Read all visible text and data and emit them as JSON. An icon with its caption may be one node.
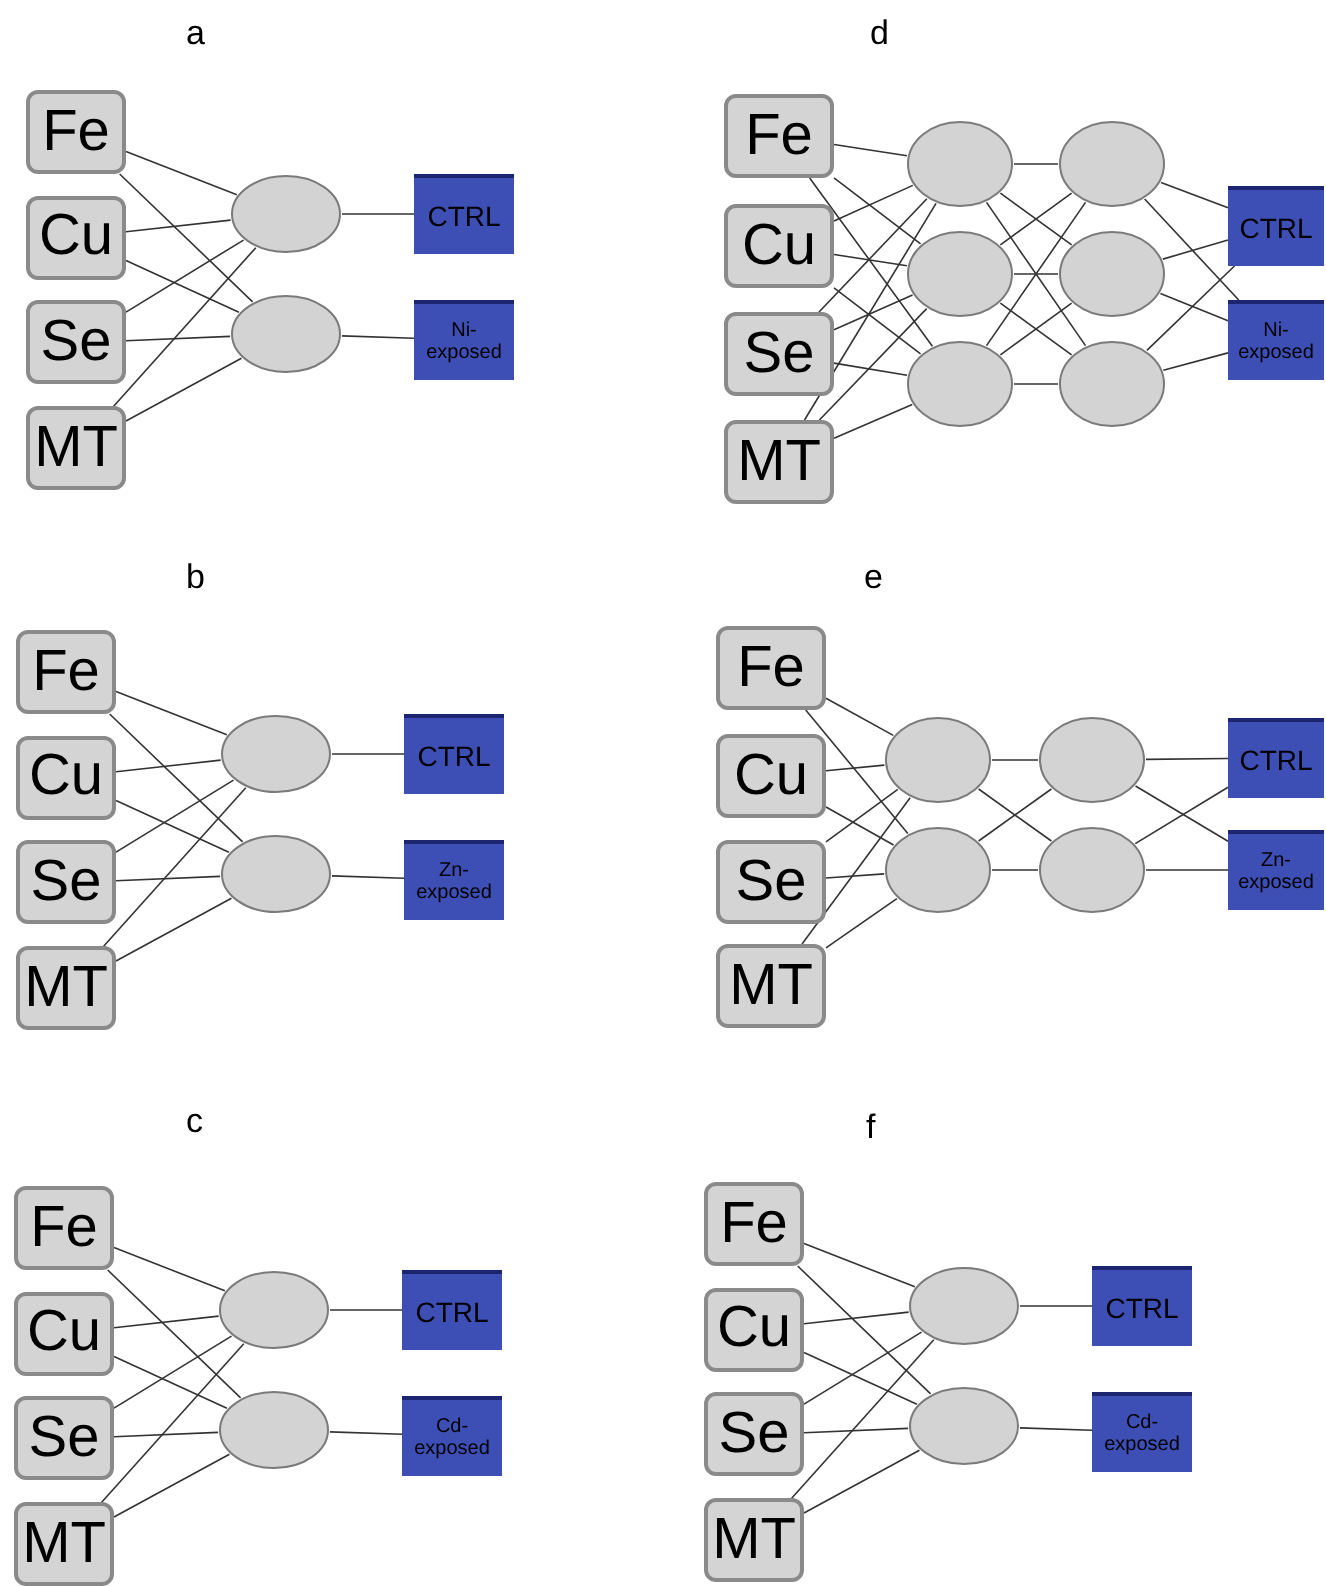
{
  "diagram": {
    "nodes": [
      {
        "text": [
          "Fe"
        ]
      },
      {
        "text": [
          "Cu"
        ]
      },
      {
        "text": [
          "Se"
        ]
      },
      {
        "text": [
          "MT"
        ]
      },
      {
        "text": [],
        "shape": "ellipse"
      },
      {
        "text": [],
        "shape": "ellipse"
      },
      {
        "text": [
          "CTRL"
        ]
      },
      {
        "text": [
          "Ni- exposed"
        ]
      },
      {
        "text": [
          "Fe"
        ]
      },
      {
        "text": [
          "Cu"
        ]
      },
      {
        "text": [
          "Se"
        ]
      },
      {
        "text": [
          "MT"
        ]
      },
      {
        "text": [],
        "shape": "ellipse"
      },
      {
        "text": [],
        "shape": "ellipse"
      },
      {
        "text": [],
        "shape": "ellipse"
      },
      {
        "text": [],
        "shape": "ellipse"
      },
      {
        "text": [],
        "shape": "ellipse"
      },
      {
        "text": [],
        "shape": "ellipse"
      },
      {
        "text": [
          "CTRL"
        ]
      },
      {
        "text": [
          "Ni- exposed"
        ]
      },
      {
        "text": [
          "Fe"
        ]
      },
      {
        "text": [
          "Cu"
        ]
      },
      {
        "text": [
          "Se"
        ]
      },
      {
        "text": [
          "MT"
        ]
      },
      {
        "text": [],
        "shape": "ellipse"
      },
      {
        "text": [],
        "shape": "ellipse"
      },
      {
        "text": [
          "CTRL"
        ]
      },
      {
        "text": [
          "Zn- exposed"
        ]
      },
      {
        "text": [
          "Fe"
        ]
      },
      {
        "text": [
          "Cu"
        ]
      },
      {
        "text": [
          "Se"
        ]
      },
      {
        "text": [
          "MT"
        ]
      },
      {
        "text": [],
        "shape": "ellipse"
      },
      {
        "text": [],
        "shape": "ellipse"
      },
      {
        "text": [],
        "shape": "ellipse"
      },
      {
        "text": [],
        "shape": "ellipse"
      },
      {
        "text": [
          "CTRL"
        ]
      },
      {
        "text": [
          "Zn- exposed"
        ]
      },
      {
        "text": [
          "Fe"
        ]
      },
      {
        "text": [
          "Cu"
        ]
      },
      {
        "text": [
          "Se"
        ]
      },
      {
        "text": [
          "MT"
        ]
      },
      {
        "text": [],
        "shape": "ellipse"
      },
      {
        "text": [],
        "shape": "ellipse"
      },
      {
        "text": [
          "CTRL"
        ]
      },
      {
        "text": [
          "Cd- exposed"
        ]
      },
      {
        "text": [
          "Fe"
        ]
      },
      {
        "text": [
          "Cu"
        ]
      },
      {
        "text": [
          "Se"
        ]
      },
      {
        "text": [
          "MT"
        ]
      },
      {
        "text": [],
        "shape": "ellipse"
      },
      {
        "text": [],
        "shape": "ellipse"
      },
      {
        "text": [
          "CTRL"
        ]
      },
      {
        "text": [
          "Cd- exposed"
        ]
      }
    ],
    "edges": [
      {
        "from": 0,
        "to": 4,
        "arrow": "none"
      },
      {
        "from": 0,
        "to": 5,
        "arrow": "none"
      },
      {
        "from": 1,
        "to": 4,
        "arrow": "none"
      },
      {
        "from": 1,
        "to": 5,
        "arrow": "none"
      },
      {
        "from": 2,
        "to": 4,
        "arrow": "none"
      },
      {
        "from": 2,
        "to": 5,
        "arrow": "none"
      },
      {
        "from": 3,
        "to": 4,
        "arrow": "none"
      },
      {
        "from": 3,
        "to": 5,
        "arrow": "none"
      },
      {
        "from": 4,
        "to": 6,
        "arrow": "none"
      },
      {
        "from": 5,
        "to": 7,
        "arrow": "none"
      },
      {
        "from": 8,
        "to": 12,
        "arrow": "none"
      },
      {
        "from": 8,
        "to": 13,
        "arrow": "none"
      },
      {
        "from": 8,
        "to": 14,
        "arrow": "none"
      },
      {
        "from": 9,
        "to": 12,
        "arrow": "none"
      },
      {
        "from": 9,
        "to": 13,
        "arrow": "none"
      },
      {
        "from": 9,
        "to": 14,
        "arrow": "none"
      },
      {
        "from": 10,
        "to": 12,
        "arrow": "none"
      },
      {
        "from": 10,
        "to": 13,
        "arrow": "none"
      },
      {
        "from": 10,
        "to": 14,
        "arrow": "none"
      },
      {
        "from": 11,
        "to": 12,
        "arrow": "none"
      },
      {
        "from": 11,
        "to": 13,
        "arrow": "none"
      },
      {
        "from": 11,
        "to": 14,
        "arrow": "none"
      },
      {
        "from": 12,
        "to": 15,
        "arrow": "none"
      },
      {
        "from": 12,
        "to": 16,
        "arrow": "none"
      },
      {
        "from": 12,
        "to": 17,
        "arrow": "none"
      },
      {
        "from": 13,
        "to": 15,
        "arrow": "none"
      },
      {
        "from": 13,
        "to": 16,
        "arrow": "none"
      },
      {
        "from": 13,
        "to": 17,
        "arrow": "none"
      },
      {
        "from": 14,
        "to": 15,
        "arrow": "none"
      },
      {
        "from": 14,
        "to": 16,
        "arrow": "none"
      },
      {
        "from": 14,
        "to": 17,
        "arrow": "none"
      },
      {
        "from": 15,
        "to": 18,
        "arrow": "none"
      },
      {
        "from": 15,
        "to": 19,
        "arrow": "none"
      },
      {
        "from": 16,
        "to": 18,
        "arrow": "none"
      },
      {
        "from": 16,
        "to": 19,
        "arrow": "none"
      },
      {
        "from": 17,
        "to": 18,
        "arrow": "none"
      },
      {
        "from": 17,
        "to": 19,
        "arrow": "none"
      },
      {
        "from": 20,
        "to": 24,
        "arrow": "none"
      },
      {
        "from": 20,
        "to": 25,
        "arrow": "none"
      },
      {
        "from": 21,
        "to": 24,
        "arrow": "none"
      },
      {
        "from": 21,
        "to": 25,
        "arrow": "none"
      },
      {
        "from": 22,
        "to": 24,
        "arrow": "none"
      },
      {
        "from": 22,
        "to": 25,
        "arrow": "none"
      },
      {
        "from": 23,
        "to": 24,
        "arrow": "none"
      },
      {
        "from": 23,
        "to": 25,
        "arrow": "none"
      },
      {
        "from": 24,
        "to": 26,
        "arrow": "none"
      },
      {
        "from": 25,
        "to": 27,
        "arrow": "none"
      },
      {
        "from": 28,
        "to": 32,
        "arrow": "none"
      },
      {
        "from": 28,
        "to": 33,
        "arrow": "none"
      },
      {
        "from": 29,
        "to": 32,
        "arrow": "none"
      },
      {
        "from": 29,
        "to": 33,
        "arrow": "none"
      },
      {
        "from": 30,
        "to": 32,
        "arrow": "none"
      },
      {
        "from": 30,
        "to": 33,
        "arrow": "none"
      },
      {
        "from": 31,
        "to": 32,
        "arrow": "none"
      },
      {
        "from": 31,
        "to": 33,
        "arrow": "none"
      },
      {
        "from": 32,
        "to": 34,
        "arrow": "none"
      },
      {
        "from": 32,
        "to": 35,
        "arrow": "none"
      },
      {
        "from": 33,
        "to": 34,
        "arrow": "none"
      },
      {
        "from": 33,
        "to": 35,
        "arrow": "none"
      },
      {
        "from": 34,
        "to": 36,
        "arrow": "none"
      },
      {
        "from": 34,
        "to": 37,
        "arrow": "none"
      },
      {
        "from": 35,
        "to": 36,
        "arrow": "none"
      },
      {
        "from": 35,
        "to": 37,
        "arrow": "none"
      },
      {
        "from": 38,
        "to": 42,
        "arrow": "none"
      },
      {
        "from": 38,
        "to": 43,
        "arrow": "none"
      },
      {
        "from": 39,
        "to": 42,
        "arrow": "none"
      },
      {
        "from": 39,
        "to": 43,
        "arrow": "none"
      },
      {
        "from": 40,
        "to": 42,
        "arrow": "none"
      },
      {
        "from": 40,
        "to": 43,
        "arrow": "none"
      },
      {
        "from": 41,
        "to": 42,
        "arrow": "none"
      },
      {
        "from": 41,
        "to": 43,
        "arrow": "none"
      },
      {
        "from": 42,
        "to": 44,
        "arrow": "none"
      },
      {
        "from": 43,
        "to": 45,
        "arrow": "none"
      },
      {
        "from": 46,
        "to": 50,
        "arrow": "none"
      },
      {
        "from": 46,
        "to": 51,
        "arrow": "none"
      },
      {
        "from": 47,
        "to": 50,
        "arrow": "none"
      },
      {
        "from": 47,
        "to": 51,
        "arrow": "none"
      },
      {
        "from": 48,
        "to": 50,
        "arrow": "none"
      },
      {
        "from": 48,
        "to": 51,
        "arrow": "none"
      },
      {
        "from": 49,
        "to": 50,
        "arrow": "none"
      },
      {
        "from": 49,
        "to": 51,
        "arrow": "none"
      },
      {
        "from": 50,
        "to": 52,
        "arrow": "none"
      },
      {
        "from": 51,
        "to": 53,
        "arrow": "none"
      }
    ],
    "labels": [
      "a",
      "d",
      "b",
      "e",
      "c",
      "f"
    ]
  }
}
